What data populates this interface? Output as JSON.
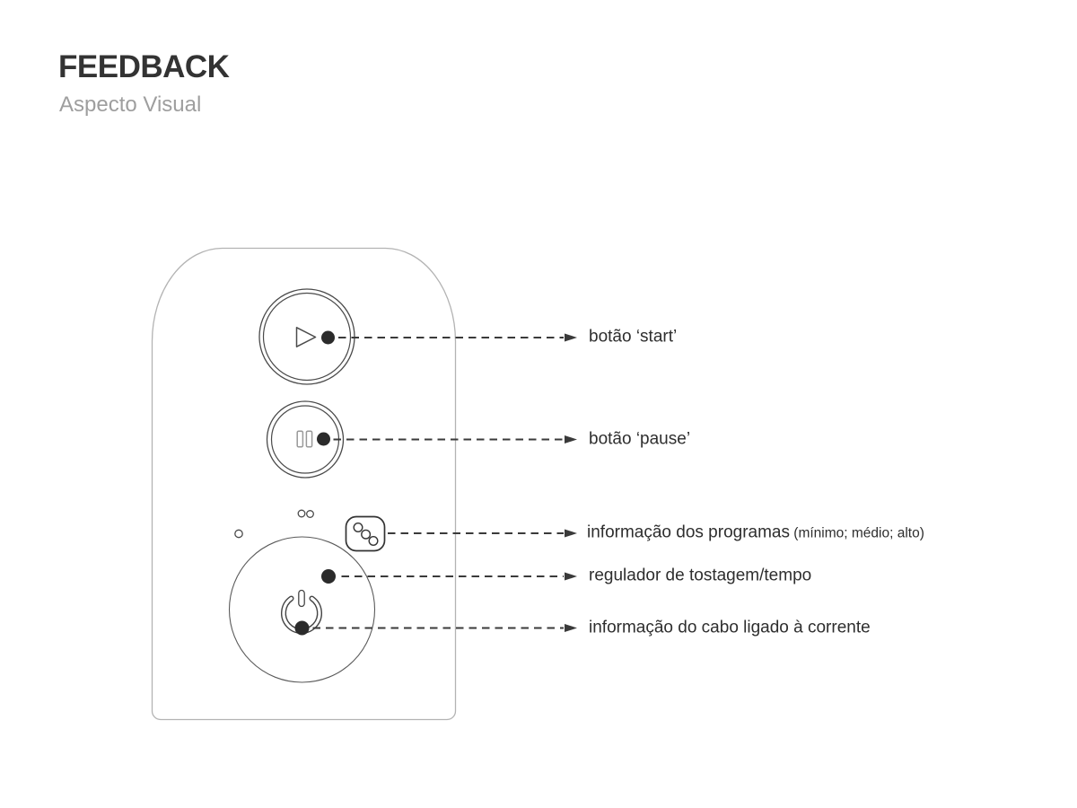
{
  "header": {
    "title": "FEEDBACK",
    "subtitle": "Aspecto Visual"
  },
  "diagram": {
    "subject": "toaster front control panel illustration",
    "icons": [
      "play-icon",
      "pause-icon",
      "power-icon",
      "program-dots-indicator"
    ],
    "indicator_dots_count": 3
  },
  "callouts": [
    {
      "id": "start",
      "label": "botão ‘start’"
    },
    {
      "id": "pause",
      "label": "botão ‘pause’"
    },
    {
      "id": "programas",
      "label": "informação dos programas",
      "detail": " (mínimo; médio; alto)"
    },
    {
      "id": "regulador",
      "label": "regulador de tostagem/tempo"
    },
    {
      "id": "cabo",
      "label": "informação do cabo ligado à corrente"
    }
  ],
  "colors": {
    "title_ink": "#333333",
    "subtitle_gray": "#9e9e9e",
    "label_ink": "#2e2e2e",
    "dot_fill": "#2b2b2b",
    "button_stroke": "#4a4a4a",
    "device_outline": "#b3b3b3",
    "callout_line": "#3a3a3a",
    "background": "#ffffff"
  }
}
